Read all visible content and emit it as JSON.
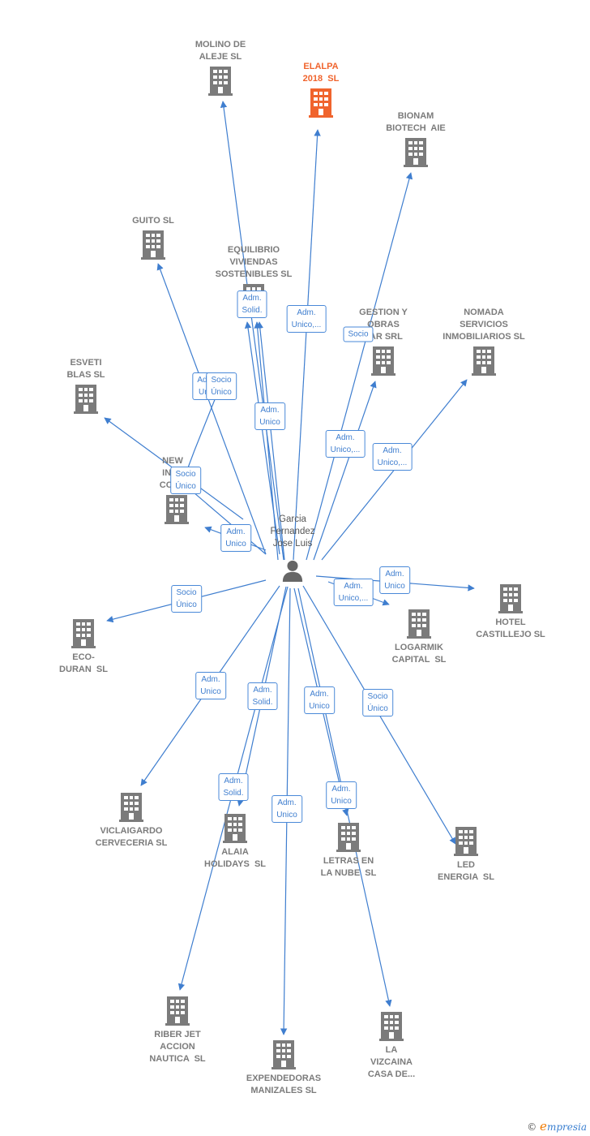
{
  "colors": {
    "edge": "#3f7ecf",
    "building": "#7b7b7b",
    "highlight": "#f0642d",
    "person": "#666666"
  },
  "center": {
    "label": "Garcia\nFernandez\nJose Luis",
    "icon": "person-icon"
  },
  "nodes": [
    {
      "id": "molino",
      "label": "MOLINO DE\nALEJE SL",
      "icon": "building-icon"
    },
    {
      "id": "elalpa",
      "label": "ELALPA\n2018  SL",
      "icon": "building-icon",
      "highlight": true
    },
    {
      "id": "bionam",
      "label": "BIONAM\nBIOTECH  AIE",
      "icon": "building-icon"
    },
    {
      "id": "guito",
      "label": "GUITO SL",
      "icon": "building-icon"
    },
    {
      "id": "equilibrio",
      "label": "EQUILIBRIO\nVIVIENDAS\nSOSTENIBLES SL",
      "icon": "building-icon"
    },
    {
      "id": "gestion",
      "label": "GESTION Y\nOBRAS\nZAR SRL",
      "icon": "building-icon"
    },
    {
      "id": "nomada",
      "label": "NOMADA\nSERVICIOS\nINMOBILIARIOS SL",
      "icon": "building-icon"
    },
    {
      "id": "esveti",
      "label": "ESVETI\nBLAS SL",
      "icon": "building-icon"
    },
    {
      "id": "newinv",
      "label": "NEW\nINVE\nCONC",
      "icon": "building-icon"
    },
    {
      "id": "hotel",
      "label": "HOTEL\nCASTILLEJO SL",
      "icon": "building-icon"
    },
    {
      "id": "logarmik",
      "label": "LOGARMIK\nCAPITAL  SL",
      "icon": "building-icon"
    },
    {
      "id": "ecoduran",
      "label": "ECO-\nDURAN  SL",
      "icon": "building-icon"
    },
    {
      "id": "vicla",
      "label": "VICLAIGARDO\nCERVECERIA SL",
      "icon": "building-icon"
    },
    {
      "id": "alaia",
      "label": "ALAIA\nHOLIDAYS  SL",
      "icon": "building-icon"
    },
    {
      "id": "letras",
      "label": "LETRAS EN\nLA NUBE  SL",
      "icon": "building-icon"
    },
    {
      "id": "led",
      "label": "LED\nENERGIA  SL",
      "icon": "building-icon"
    },
    {
      "id": "riber",
      "label": "RIBER JET\nACCION\nNAUTICA  SL",
      "icon": "building-icon"
    },
    {
      "id": "expend",
      "label": "EXPENDEDORAS\nMANIZALES SL",
      "icon": "building-icon"
    },
    {
      "id": "vizcaina",
      "label": "LA\nVIZCAINA\nCASA DE...",
      "icon": "building-icon"
    }
  ],
  "edge_labels": [
    {
      "id": "equilibrio",
      "text": "Adm.\nSolid."
    },
    {
      "id": "elalpa",
      "text": "Adm.\nUnico,..."
    },
    {
      "id": "bionam",
      "text": "Socio"
    },
    {
      "id": "guito_adm",
      "text": "Adm.\nUnic"
    },
    {
      "id": "guito",
      "text": "Socio\nÚnico"
    },
    {
      "id": "molino",
      "text": "Adm.\nUnico"
    },
    {
      "id": "gestion",
      "text": "Adm.\nUnico,..."
    },
    {
      "id": "nomada",
      "text": "Adm.\nUnico,..."
    },
    {
      "id": "esveti",
      "text": "Socio\nÚnico"
    },
    {
      "id": "newinv",
      "text": "Adm.\nUnico"
    },
    {
      "id": "hotel",
      "text": "Adm.\nUnico"
    },
    {
      "id": "logarmik",
      "text": "Adm.\nUnico,..."
    },
    {
      "id": "ecoduran",
      "text": "Socio\nÚnico"
    },
    {
      "id": "vicla",
      "text": "Adm.\nUnico"
    },
    {
      "id": "riber",
      "text": "Adm.\nSolid."
    },
    {
      "id": "alaia",
      "text": "Adm.\nSolid."
    },
    {
      "id": "letras",
      "text": "Adm.\nUnico"
    },
    {
      "id": "vizcaina",
      "text": "Adm.\nUnico"
    },
    {
      "id": "led",
      "text": "Socio\nÚnico"
    },
    {
      "id": "expend",
      "text": "Adm.\nUnico"
    }
  ],
  "footer": {
    "copyright": "©",
    "brand_initial": "e",
    "brand_rest": "mpresia"
  }
}
